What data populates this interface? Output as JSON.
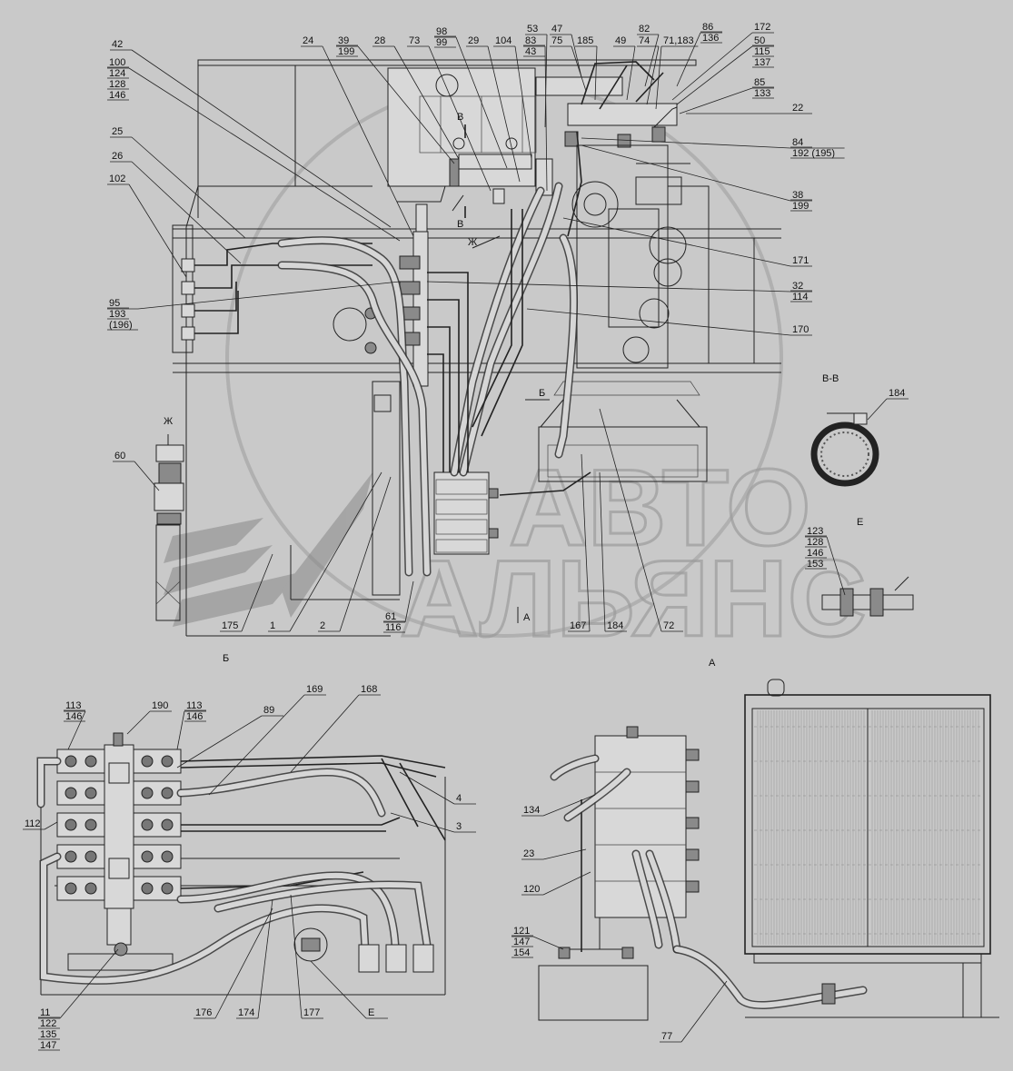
{
  "watermark": {
    "line1": "АВТО",
    "line2": "АЛЬЯНС"
  },
  "views": {
    "b": "Б",
    "a": "А",
    "vv": "В-В",
    "zh": "Ж",
    "e": "Е"
  },
  "view_marks": {
    "v_top": "В",
    "v_mid": "В",
    "zh_mark": "Ж",
    "b_arrow": "Б",
    "a_arrow": "А"
  },
  "callouts_top": [
    {
      "id": "c42",
      "lines": [
        "42"
      ]
    },
    {
      "id": "c100",
      "lines": [
        "100",
        "124",
        "128",
        "146"
      ]
    },
    {
      "id": "c25",
      "lines": [
        "25"
      ]
    },
    {
      "id": "c26",
      "lines": [
        "26"
      ]
    },
    {
      "id": "c102",
      "lines": [
        "102"
      ]
    },
    {
      "id": "c95",
      "lines": [
        "95",
        "193",
        "(196)"
      ]
    },
    {
      "id": "c24",
      "lines": [
        "24"
      ]
    },
    {
      "id": "c39",
      "lines": [
        "39",
        "199"
      ]
    },
    {
      "id": "c28",
      "lines": [
        "28"
      ]
    },
    {
      "id": "c73",
      "lines": [
        "73"
      ]
    },
    {
      "id": "c98",
      "lines": [
        "98",
        "99"
      ]
    },
    {
      "id": "c29",
      "lines": [
        "29"
      ]
    },
    {
      "id": "c104",
      "lines": [
        "104"
      ]
    },
    {
      "id": "c53",
      "lines": [
        "53"
      ]
    },
    {
      "id": "c83",
      "lines": [
        "83",
        "43"
      ]
    },
    {
      "id": "c47",
      "lines": [
        "47"
      ]
    },
    {
      "id": "c75",
      "lines": [
        "75"
      ]
    },
    {
      "id": "c185",
      "lines": [
        "185"
      ]
    },
    {
      "id": "c49",
      "lines": [
        "49"
      ]
    },
    {
      "id": "c82",
      "lines": [
        "82"
      ]
    },
    {
      "id": "c74",
      "lines": [
        "74"
      ]
    },
    {
      "id": "c71183",
      "lines": [
        "71,183"
      ]
    },
    {
      "id": "c86",
      "lines": [
        "86",
        "136"
      ]
    },
    {
      "id": "c172",
      "lines": [
        "172"
      ]
    },
    {
      "id": "c50",
      "lines": [
        "50",
        "115",
        "137"
      ]
    },
    {
      "id": "c85",
      "lines": [
        "85",
        "133"
      ]
    },
    {
      "id": "c22",
      "lines": [
        "22"
      ]
    },
    {
      "id": "c84",
      "lines": [
        "84",
        "192 (195)"
      ]
    },
    {
      "id": "c38",
      "lines": [
        "38",
        "199"
      ]
    },
    {
      "id": "c171",
      "lines": [
        "171"
      ]
    },
    {
      "id": "c32",
      "lines": [
        "32",
        "114"
      ]
    },
    {
      "id": "c170",
      "lines": [
        "170"
      ]
    },
    {
      "id": "c184vv",
      "lines": [
        "184"
      ]
    },
    {
      "id": "c60",
      "lines": [
        "60"
      ]
    },
    {
      "id": "c123",
      "lines": [
        "123",
        "128",
        "146",
        "153"
      ]
    },
    {
      "id": "c175",
      "lines": [
        "175"
      ]
    },
    {
      "id": "c1",
      "lines": [
        "1"
      ]
    },
    {
      "id": "c2",
      "lines": [
        "2"
      ]
    },
    {
      "id": "c61",
      "lines": [
        "61",
        "116"
      ]
    },
    {
      "id": "c167",
      "lines": [
        "167"
      ]
    },
    {
      "id": "c184",
      "lines": [
        "184"
      ]
    },
    {
      "id": "c72",
      "lines": [
        "72"
      ]
    }
  ],
  "callouts_bottom": [
    {
      "id": "c113a",
      "lines": [
        "113",
        "146"
      ]
    },
    {
      "id": "c190",
      "lines": [
        "190"
      ]
    },
    {
      "id": "c113b",
      "lines": [
        "113",
        "146"
      ]
    },
    {
      "id": "c89",
      "lines": [
        "89"
      ]
    },
    {
      "id": "c169",
      "lines": [
        "169"
      ]
    },
    {
      "id": "c168",
      "lines": [
        "168"
      ]
    },
    {
      "id": "c4",
      "lines": [
        "4"
      ]
    },
    {
      "id": "c3",
      "lines": [
        "3"
      ]
    },
    {
      "id": "c112",
      "lines": [
        "112"
      ]
    },
    {
      "id": "c11",
      "lines": [
        "11",
        "122",
        "135",
        "147"
      ]
    },
    {
      "id": "c176",
      "lines": [
        "176"
      ]
    },
    {
      "id": "c174",
      "lines": [
        "174"
      ]
    },
    {
      "id": "c177",
      "lines": [
        "177"
      ]
    },
    {
      "id": "cE",
      "lines": [
        "Е"
      ]
    },
    {
      "id": "c134",
      "lines": [
        "134"
      ]
    },
    {
      "id": "c23",
      "lines": [
        "23"
      ]
    },
    {
      "id": "c120",
      "lines": [
        "120"
      ]
    },
    {
      "id": "c121",
      "lines": [
        "121",
        "147",
        "154"
      ]
    },
    {
      "id": "c77",
      "lines": [
        "77"
      ]
    }
  ]
}
